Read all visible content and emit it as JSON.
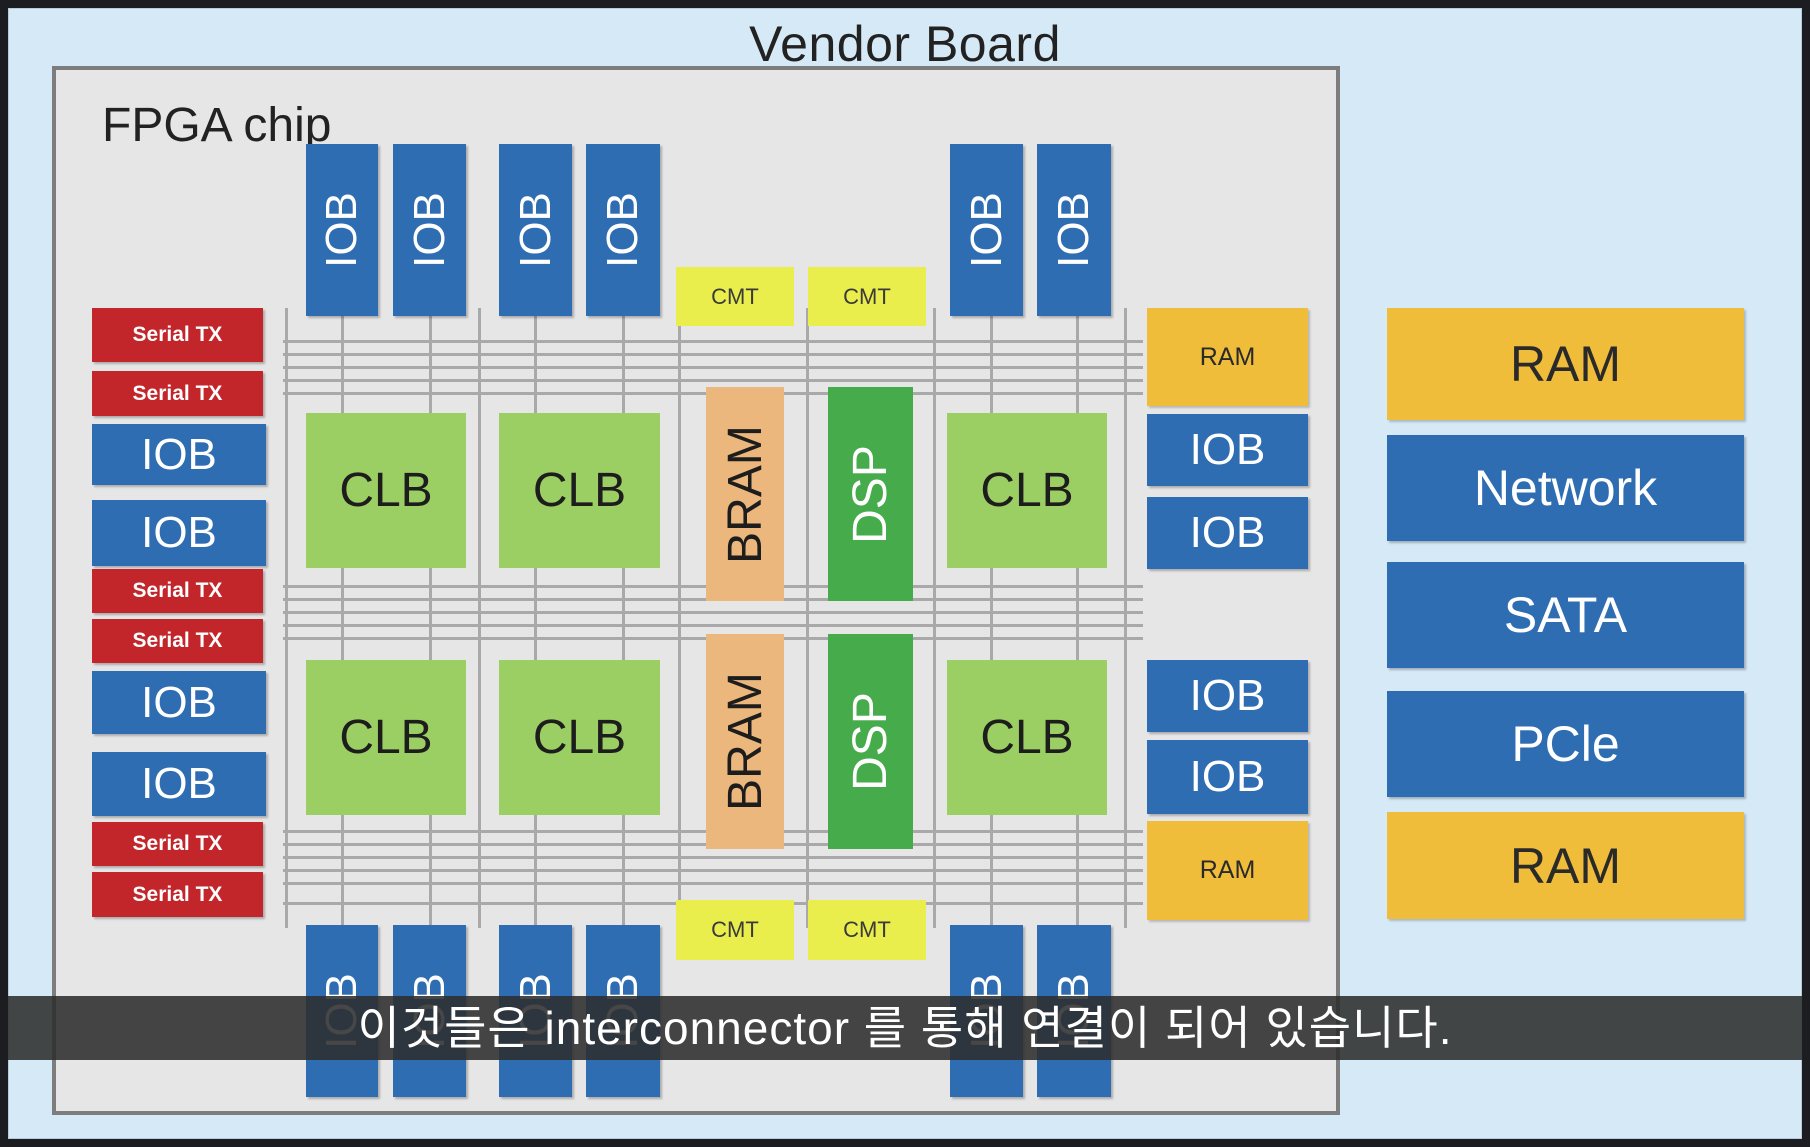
{
  "board": {
    "title": "Vendor Board"
  },
  "chip": {
    "title": "FPGA chip"
  },
  "blocks": {
    "iob": "IOB",
    "serial_tx": "Serial TX",
    "clb": "CLB",
    "bram": "BRAM",
    "dsp": "DSP",
    "cmt": "CMT",
    "ram": "RAM"
  },
  "board_peripherals": [
    "RAM",
    "Network",
    "SATA",
    "PCle",
    "RAM"
  ],
  "subtitle": "이것들은 interconnector 를 통해 연결이 되어 있습니다.",
  "colors": {
    "iob": "#2f6db2",
    "serial_tx": "#c3262a",
    "clb": "#9bcf63",
    "dsp": "#46ab4b",
    "bram": "#ecb77c",
    "cmt": "#eaee4c",
    "ram": "#f0bd3b"
  }
}
